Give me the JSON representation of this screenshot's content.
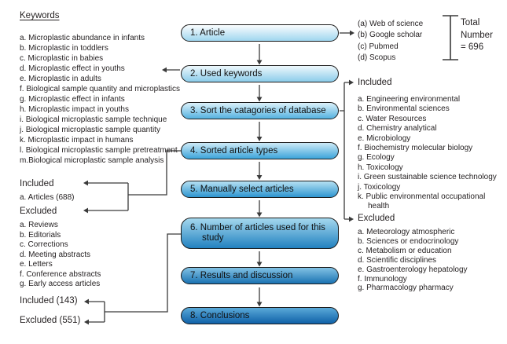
{
  "keywords_panel": {
    "title": "Keywords",
    "items": [
      "a. Microplastic abundance in infants",
      "b. Microplastic in toddlers",
      "c. Microplastic in babies",
      "d. Microplastic effect in youths",
      "e. Microplastic in adults",
      "f. Biological sample quantity and microplastics",
      "g. Microplastic effect in infants",
      "h. Microplastic impact in youths",
      "i. Biological microplastic sample technique",
      "j. Biological microplastic sample quantity",
      "k. Microplastic impact in humans",
      "l. Biological microplastic sample pretreatment",
      "m.Biological microplastic sample analysis"
    ]
  },
  "flow": {
    "boxes": [
      {
        "label": "1. Article"
      },
      {
        "label": "2. Used keywords"
      },
      {
        "label": "3. Sort the catagories of database"
      },
      {
        "label": "4. Sorted article types"
      },
      {
        "label": "5. Manually select articles"
      },
      {
        "label": "6. Number of articles used for this study"
      },
      {
        "label": "7. Results and discussion"
      },
      {
        "label": "8. Conclusions"
      }
    ]
  },
  "databases": {
    "items": [
      "(a) Web of science",
      "(b) Google scholar",
      "(c) Pubmed",
      "(d) Scopus"
    ],
    "total_lines": [
      "Total",
      "Number",
      "= 696"
    ]
  },
  "left_included": {
    "title": "Included",
    "items": [
      "a. Articles (688)"
    ]
  },
  "left_excluded": {
    "title": "Excluded",
    "items": [
      "a. Reviews",
      "b. Editorials",
      "c. Corrections",
      "d. Meeting abstracts",
      "e. Letters",
      "f. Conference abstracts",
      "g. Early access articles"
    ]
  },
  "final_counts": {
    "included": "Included (143)",
    "excluded": "Excluded (551)"
  },
  "right_included": {
    "title": "Included",
    "items": [
      "a. Engineering environmental",
      "b. Environmental sciences",
      "c. Water Resources",
      "d. Chemistry analytical",
      "e. Microbiology",
      "f. Biochemistry molecular biology",
      "g. Ecology",
      "h. Toxicology",
      "i. Green sustainable science technology",
      "j. Toxicology",
      "k. Public environmental occupational health"
    ]
  },
  "right_excluded": {
    "title": "Excluded",
    "items": [
      "a. Meteorology atmospheric",
      "b. Sciences or endocrinology",
      "c. Metabolism or education",
      "d. Scientific disciplines",
      "e. Gastroenterology hepatology",
      "f. Immunology",
      "g. Pharmacology pharmacy"
    ]
  },
  "colors": {
    "box_gradient_top": [
      "#fbfdfe",
      "#eef8fc",
      "#dcf1fa",
      "#cdeaf7",
      "#b5e0f2",
      "#a5d8ee",
      "#82c2e4",
      "#5aa9d8"
    ],
    "box_gradient_bottom": [
      "#9fd6ef",
      "#8cccea",
      "#55b2e0",
      "#3ca4da",
      "#2d95d0",
      "#2181c0",
      "#1a72b2",
      "#0f61a8"
    ],
    "line": "#3a3a3a",
    "text": "#231f20"
  }
}
